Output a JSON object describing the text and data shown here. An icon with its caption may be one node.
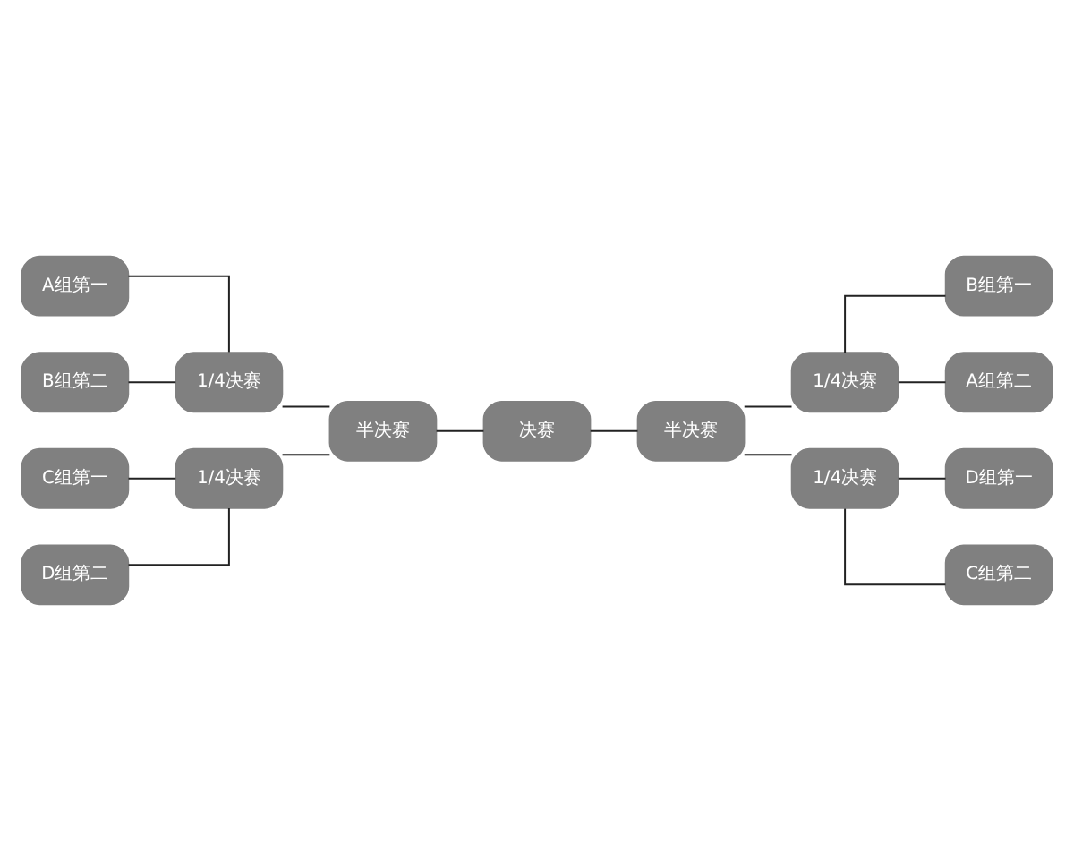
{
  "diagram": {
    "nodes": [
      {
        "text": [
          "A组第一"
        ]
      },
      {
        "text": [
          "B组第二"
        ]
      },
      {
        "text": [
          "C组第一"
        ]
      },
      {
        "text": [
          "D组第二"
        ]
      },
      {
        "text": [
          "1/4决赛"
        ]
      },
      {
        "text": [
          "1/4决赛"
        ]
      },
      {
        "text": [
          "半决赛"
        ]
      },
      {
        "text": [
          "决赛"
        ]
      },
      {
        "text": [
          "半决赛"
        ]
      },
      {
        "text": [
          "1/4决赛"
        ]
      },
      {
        "text": [
          "1/4决赛"
        ]
      },
      {
        "text": [
          "B组第一"
        ]
      },
      {
        "text": [
          "A组第二"
        ]
      },
      {
        "text": [
          "D组第一"
        ]
      },
      {
        "text": [
          "C组第二"
        ]
      }
    ],
    "edges": [
      {
        "from": 0,
        "to": 4,
        "arrow": "none"
      },
      {
        "from": 1,
        "to": 4,
        "arrow": "none"
      },
      {
        "from": 2,
        "to": 5,
        "arrow": "none"
      },
      {
        "from": 3,
        "to": 5,
        "arrow": "none"
      },
      {
        "from": 4,
        "to": 6,
        "arrow": "none"
      },
      {
        "from": 5,
        "to": 6,
        "arrow": "none"
      },
      {
        "from": 6,
        "to": 7,
        "arrow": "none"
      },
      {
        "from": 7,
        "to": 8,
        "arrow": "none"
      },
      {
        "from": 8,
        "to": 9,
        "arrow": "none"
      },
      {
        "from": 8,
        "to": 10,
        "arrow": "none"
      },
      {
        "from": 9,
        "to": 11,
        "arrow": "none"
      },
      {
        "from": 9,
        "to": 12,
        "arrow": "none"
      },
      {
        "from": 10,
        "to": 13,
        "arrow": "none"
      },
      {
        "from": 10,
        "to": 14,
        "arrow": "none"
      }
    ]
  }
}
